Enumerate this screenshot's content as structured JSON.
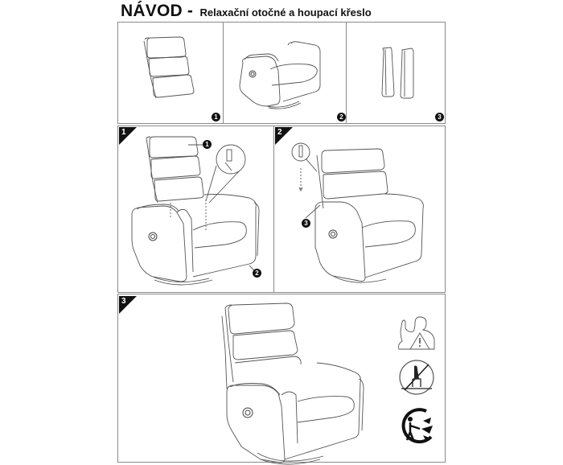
{
  "header": {
    "title": "NÁVOD -",
    "subtitle": "Relaxační otočné a houpací křeslo"
  },
  "parts_row": {
    "panels": [
      {
        "part": "backrest-cushion",
        "badge": "1"
      },
      {
        "part": "chair-base-with-armrests",
        "badge": "2"
      },
      {
        "part": "backrest-brackets",
        "badge": "3"
      }
    ]
  },
  "steps": [
    {
      "number": "1",
      "description": "attach backrest cushion (1) to chair base (2)",
      "callouts": [
        "1",
        "2"
      ]
    },
    {
      "number": "2",
      "description": "slide backrest down onto brackets (3)",
      "callouts": [
        "3"
      ]
    },
    {
      "number": "3",
      "description": "assembled reclining swivel chair"
    }
  ],
  "warning_icons": [
    {
      "name": "caution-person-warning-icon"
    },
    {
      "name": "no-standing-on-chair-icon"
    },
    {
      "name": "tipping-hazard-icon"
    }
  ],
  "colors": {
    "border": "#8a8a8a",
    "badge": "#111111",
    "line": "#555555"
  }
}
